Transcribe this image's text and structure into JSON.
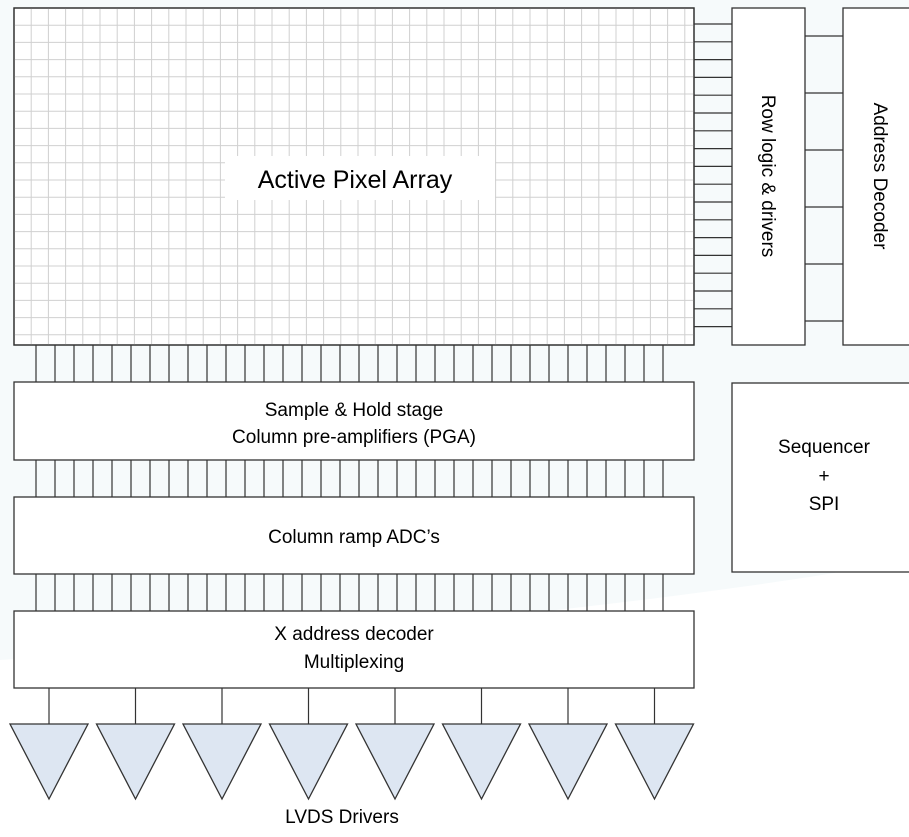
{
  "blocks": {
    "pixel_array": "Active Pixel Array",
    "row_logic": "Row logic & drivers",
    "address_decoder": "Address Decoder",
    "sample_hold": [
      "Sample & Hold stage",
      "Column pre-amplifiers (PGA)"
    ],
    "column_adc": "Column ramp ADC’s",
    "x_decoder": [
      "X address decoder",
      "Multiplexing"
    ],
    "sequencer": [
      "Sequencer",
      "+",
      "SPI"
    ],
    "lvds": "LVDS Drivers"
  },
  "lvds_driver_count": 8,
  "colors": {
    "background_band": "#eef5f8",
    "grid": "#d0d0d0",
    "driver_fill": "#dde6f2",
    "outline": "#333333"
  }
}
